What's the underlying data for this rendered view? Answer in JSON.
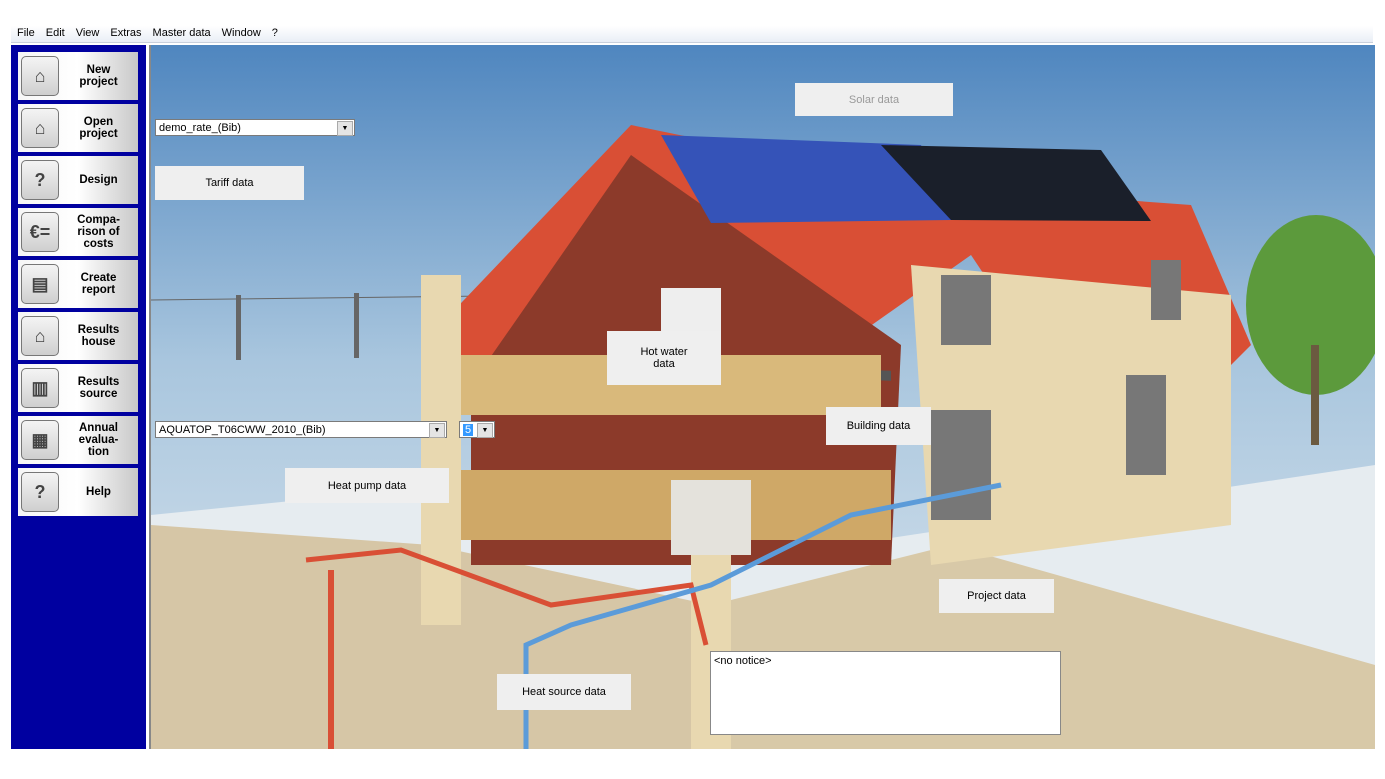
{
  "menu": [
    "File",
    "Edit",
    "View",
    "Extras",
    "Master data",
    "Window",
    "?"
  ],
  "nav": [
    {
      "label": "New\nproject",
      "icon": "new-project-icon",
      "glyph": "⌂"
    },
    {
      "label": "Open\nproject",
      "icon": "open-project-icon",
      "glyph": "⌂"
    },
    {
      "label": "Design",
      "icon": "design-icon",
      "glyph": "?"
    },
    {
      "label": "Compa-\nrison of\ncosts",
      "icon": "euro-icon",
      "glyph": "€="
    },
    {
      "label": "Create\nreport",
      "icon": "report-icon",
      "glyph": "▤"
    },
    {
      "label": "Results\nhouse",
      "icon": "results-house-icon",
      "glyph": "⌂"
    },
    {
      "label": "Results\nsource",
      "icon": "results-source-icon",
      "glyph": "▥"
    },
    {
      "label": "Annual\nevalua-\ntion",
      "icon": "annual-evaluation-icon",
      "glyph": "▦"
    },
    {
      "label": "Help",
      "icon": "help-icon",
      "glyph": "?"
    }
  ],
  "tariff_combo": "demo_rate_(Bib)",
  "heatpump_combo": "AQUATOP_T06CWW_2010_(Bib)",
  "count_combo": "5",
  "buttons": {
    "solar": "Solar data",
    "tariff": "Tariff data",
    "hot_water": "Hot water\ndata",
    "building": "Building data",
    "heat_pump": "Heat pump data",
    "project": "Project data",
    "heat_source": "Heat source data"
  },
  "notice": "<no notice>"
}
